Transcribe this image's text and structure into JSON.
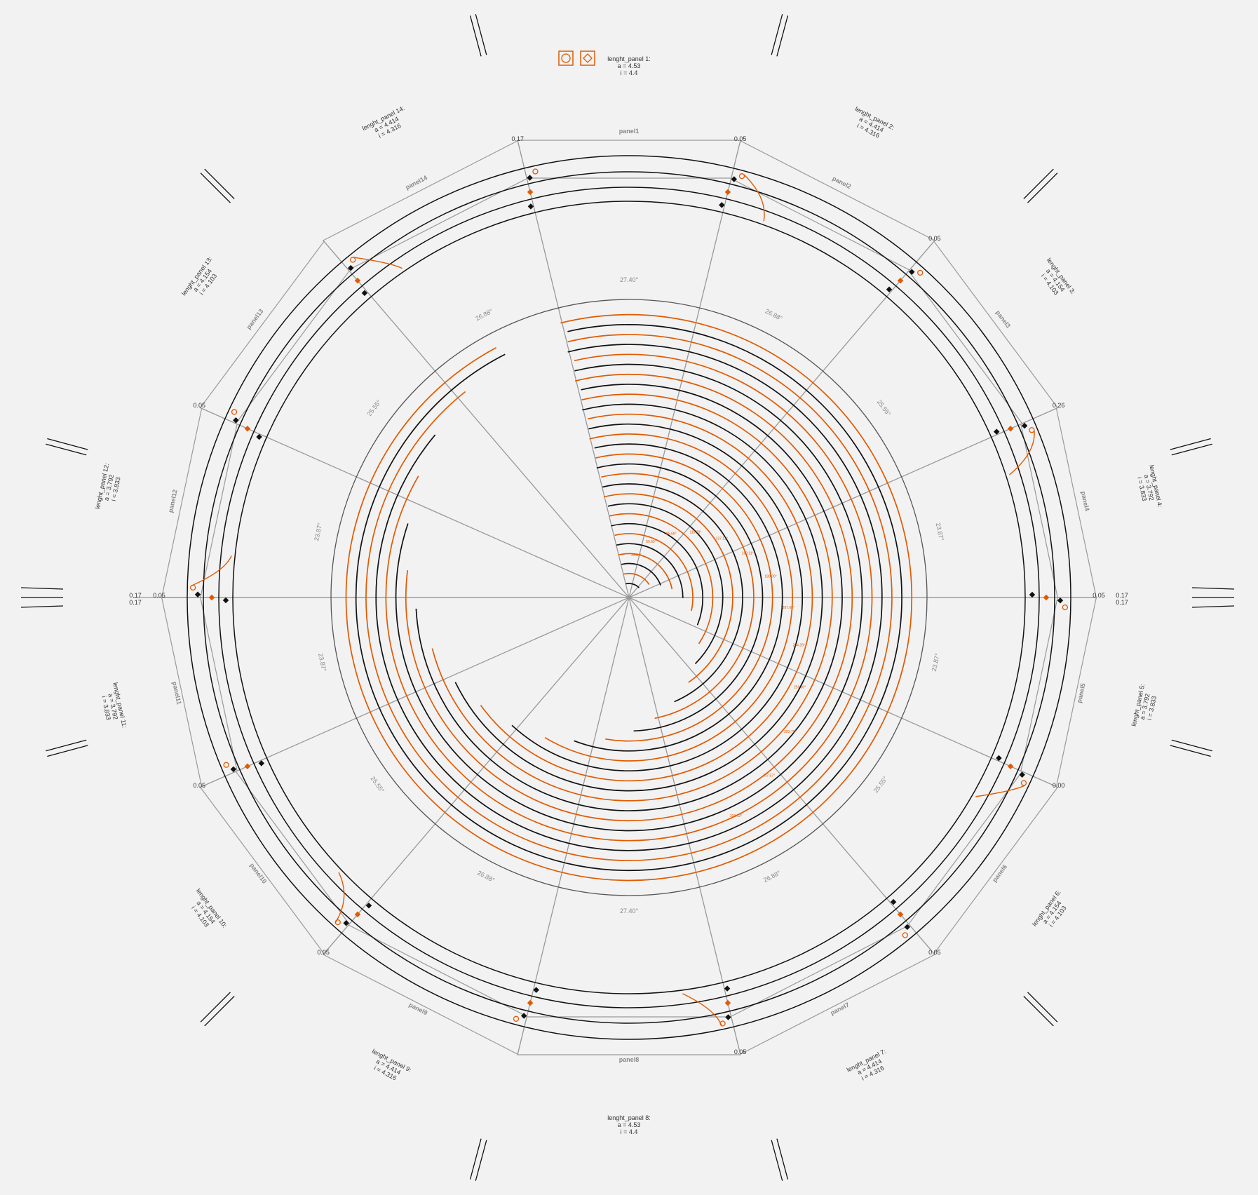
{
  "colors": {
    "background": "#f2f2f2",
    "line": "#111111",
    "guide": "#999999",
    "accent": "#e05a00",
    "label": "#333333",
    "muted": "#888888"
  },
  "toolbar": {
    "circle_button_icon": "circle-icon",
    "diamond_button_icon": "diamond-icon"
  },
  "panels": [
    {
      "name": "panel1",
      "label": "lenght_panel 1:",
      "a": "a = 4.53",
      "i": "i = 4.4"
    },
    {
      "name": "panel2",
      "label": "lenght_panel 2:",
      "a": "a = 4.414",
      "i": "i = 4.316"
    },
    {
      "name": "panel3",
      "label": "lenght_panel 3:",
      "a": "a = 4.154",
      "i": "i = 4.103"
    },
    {
      "name": "panel4",
      "label": "lenght_panel 4:",
      "a": "a = 3.792",
      "i": "i = 3.833"
    },
    {
      "name": "panel5",
      "label": "lenght_panel 5:",
      "a": "a = 3.792",
      "i": "i = 3.833"
    },
    {
      "name": "panel6",
      "label": "lenght_panel 6:",
      "a": "a = 4.154",
      "i": "i = 4.103"
    },
    {
      "name": "panel7",
      "label": "lenght_panel 7:",
      "a": "a = 4.414",
      "i": "i = 4.316"
    },
    {
      "name": "panel8",
      "label": "lenght_panel 8:",
      "a": "a = 4.53",
      "i": "i = 4.4"
    },
    {
      "name": "panel9",
      "label": "lenght_panel 9:",
      "a": "a = 4.414",
      "i": "i = 4.316"
    },
    {
      "name": "panel10",
      "label": "lenght_panel 10:",
      "a": "a = 4.154",
      "i": "i = 4.103"
    },
    {
      "name": "panel11",
      "label": "lenght_panel 11:",
      "a": "a = 3.792",
      "i": "i = 3.833"
    },
    {
      "name": "panel12",
      "label": "lenght_panel 12:",
      "a": "a = 3.792",
      "i": "i = 3.833"
    },
    {
      "name": "panel13",
      "label": "lenght_panel 13:",
      "a": "a = 4.154",
      "i": "i = 4.103"
    },
    {
      "name": "panel14",
      "label": "lenght_panel 14:",
      "a": "a = 4.414",
      "i": "i = 4.316"
    }
  ],
  "sector_angles": [
    "27.40°",
    "26.88°",
    "25.55°",
    "23.87°",
    "23.87°",
    "25.55°",
    "26.88°",
    "27.40°",
    "26.88°",
    "25.55°",
    "23.87°",
    "23.87°",
    "25.55°",
    "26.88°"
  ],
  "joint_offsets": [
    "0.05",
    "0.26",
    "0.05",
    "0.00",
    "0.05",
    "0.05",
    "0.05",
    "0.05",
    "0.05",
    "0.17",
    "0.05",
    "0.05"
  ],
  "side_dims": {
    "left_top": "0.17",
    "left_bottom": "0.17",
    "right_top": "0.17",
    "right_bottom": "0.17"
  },
  "arc_labels": [
    "34.24°",
    "59.93°",
    "85.68°",
    "110.78°",
    "137.12°",
    "163.11°",
    "180.00°",
    "207.68°",
    "234.28°",
    "259.80°",
    "283.70°",
    "307.57°",
    "333.12°"
  ]
}
